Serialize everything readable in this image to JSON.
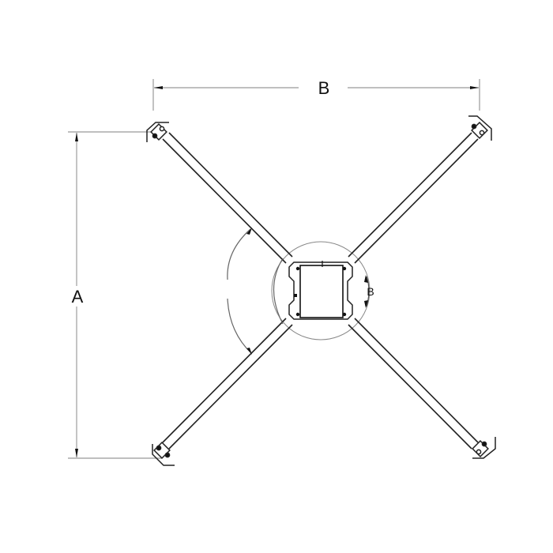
{
  "diagram": {
    "type": "technical-drawing",
    "subject": "X-base stand top view",
    "dimensions": {
      "width_label": "B",
      "height_label": "A",
      "rotation_label": "B"
    },
    "colors": {
      "line": "#222222",
      "dim_line": "#9a9a9a",
      "background": "#ffffff"
    }
  }
}
